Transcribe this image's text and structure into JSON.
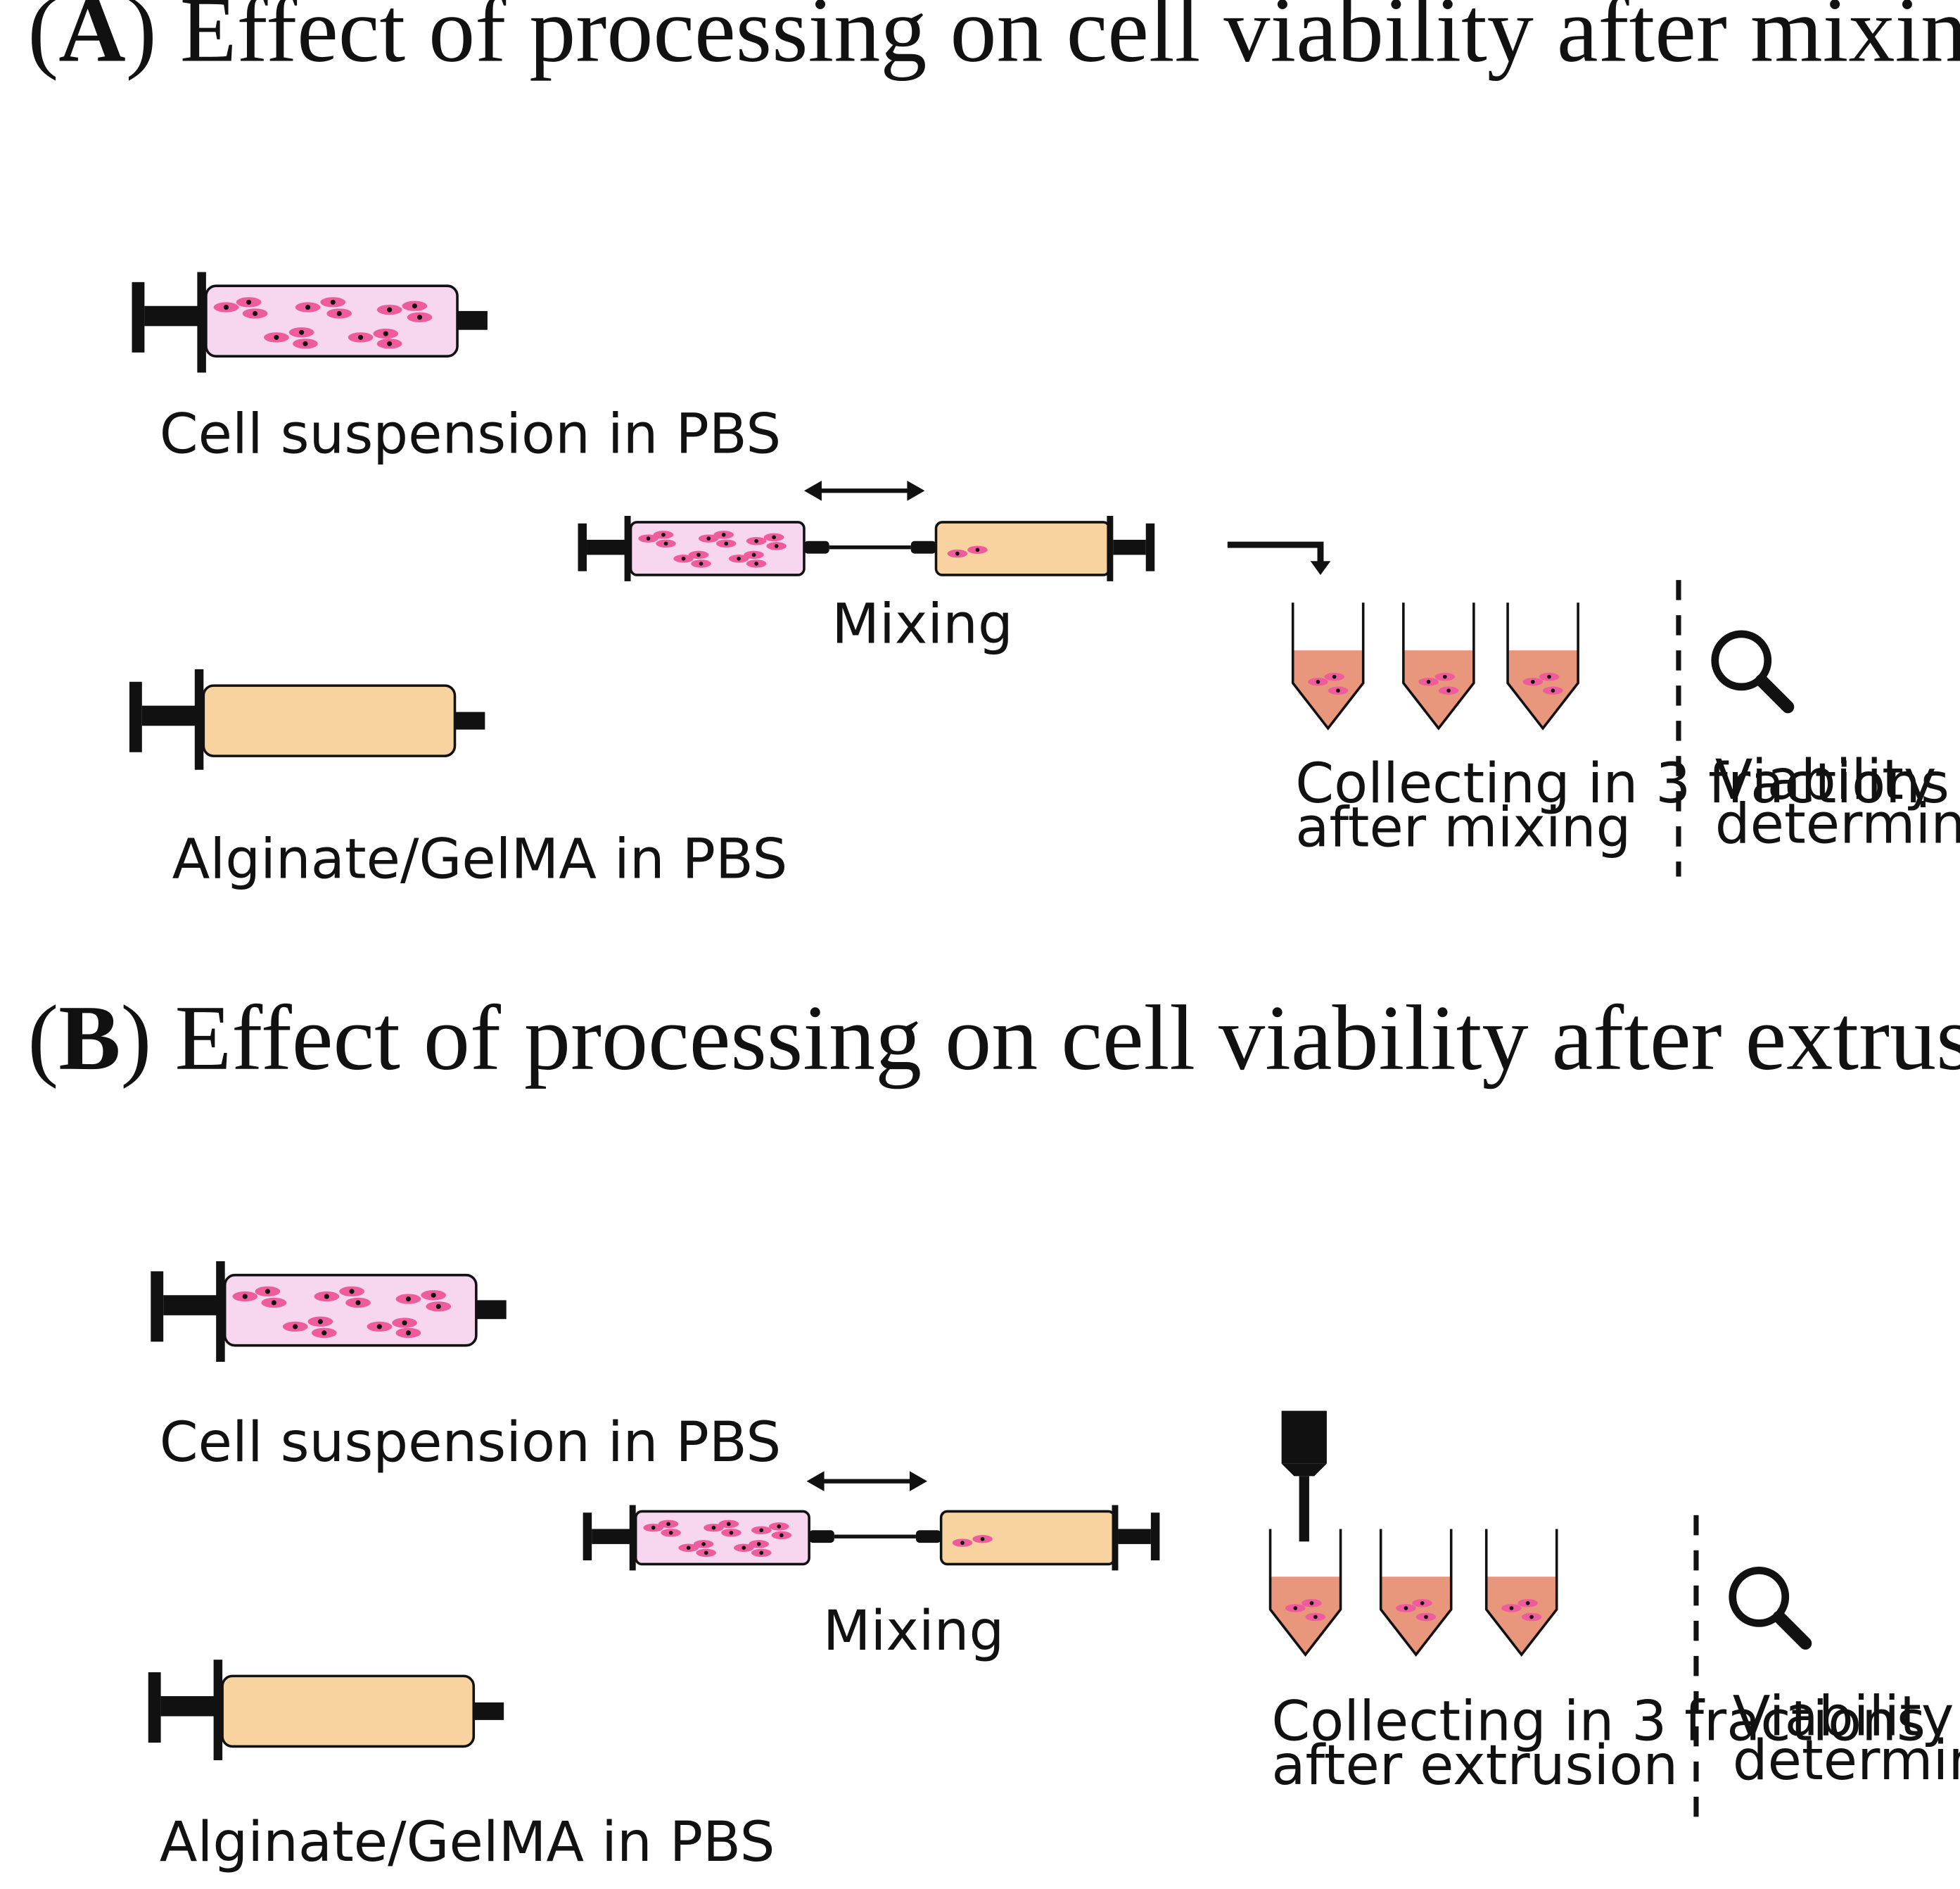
{
  "colors": {
    "cell_suspension_fill": "#f7d6ef",
    "hydrogel_fill": "#f8d3a0",
    "collected_fraction_fill": "#e8967c",
    "cell_color": "#ee5c9c",
    "nucleus_color": "#111111",
    "syringe_hardware": "#111111"
  },
  "panel_a": {
    "title_letter": "A",
    "title_text": "Effect of processing on cell viability after mixing",
    "syringe_1_label": "Cell suspension in PBS",
    "syringe_2_label": "Alginate/GelMA in PBS",
    "mixing_label": "Mixing",
    "collect_label_line1": "Collecting in 3 fractions",
    "collect_label_line2": "after mixing",
    "viability_label_line1": "Viability",
    "viability_label_line2": "determination",
    "fraction_count": 3,
    "icons": [
      "double-arrow-icon",
      "bent-arrow-icon",
      "magnifier-icon"
    ]
  },
  "panel_b": {
    "title_letter": "B",
    "title_text": "Effect of processing on cell viability after extrusion",
    "syringe_1_label": "Cell suspension in PBS",
    "syringe_2_label": "Alginate/GelMA in  PBS",
    "mixing_label": "Mixing",
    "collect_label_line1": "Collecting in 3 fractions",
    "collect_label_line2": "after extrusion",
    "viability_label_line1": "Viability",
    "viability_label_line2": "determination",
    "fraction_count": 3,
    "icons": [
      "double-arrow-icon",
      "nozzle-icon",
      "magnifier-icon"
    ]
  }
}
